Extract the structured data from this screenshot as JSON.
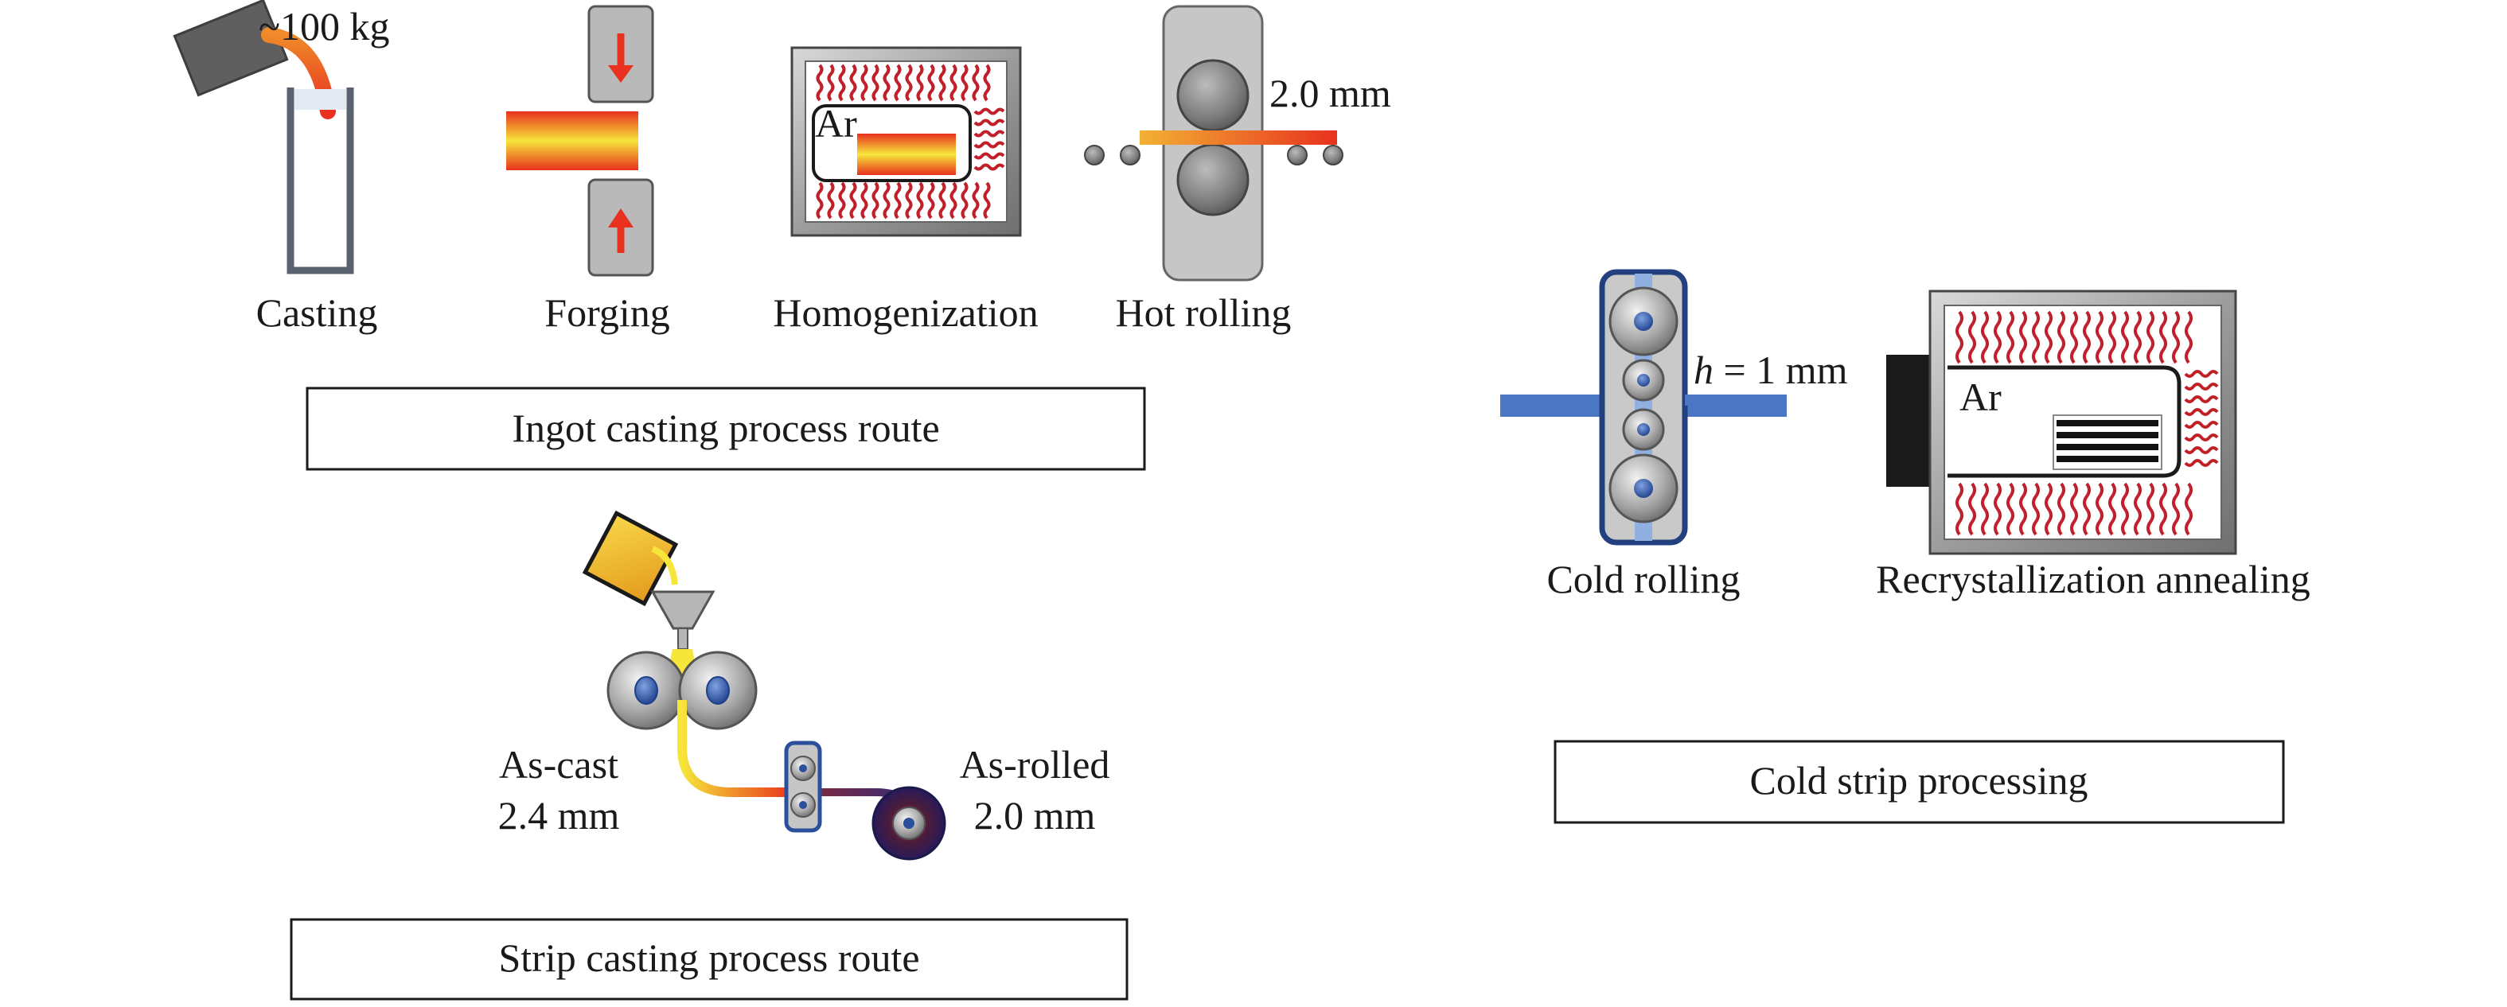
{
  "ingot_route": {
    "steps": {
      "casting": "Casting",
      "forging": "Forging",
      "homogenization": "Homogenization",
      "hot_rolling": "Hot rolling"
    },
    "mass_label": "~100 kg",
    "hot_rolling_thickness": "2.0 mm",
    "furnace_gas": "Ar",
    "route_label": "Ingot casting process route"
  },
  "strip_route": {
    "as_cast_label": "As-cast",
    "as_cast_thickness": "2.4 mm",
    "as_rolled_label": "As-rolled",
    "as_rolled_thickness": "2.0 mm",
    "route_label": "Strip casting process route"
  },
  "cold_strip": {
    "cold_rolling": "Cold rolling",
    "annealing": "Recrystallization annealing",
    "thickness_symbol": "h",
    "thickness_value": " = 1 mm",
    "furnace_gas": "Ar",
    "route_label": "Cold strip processing"
  },
  "colors": {
    "hot_red": "#e8311e",
    "hot_yellow": "#f6e63a",
    "wire_red": "#c0202a",
    "strip_blue": "#4a76c4",
    "roll_blue": "#2b4f9a",
    "steel_grey": "#a8a8a8"
  }
}
